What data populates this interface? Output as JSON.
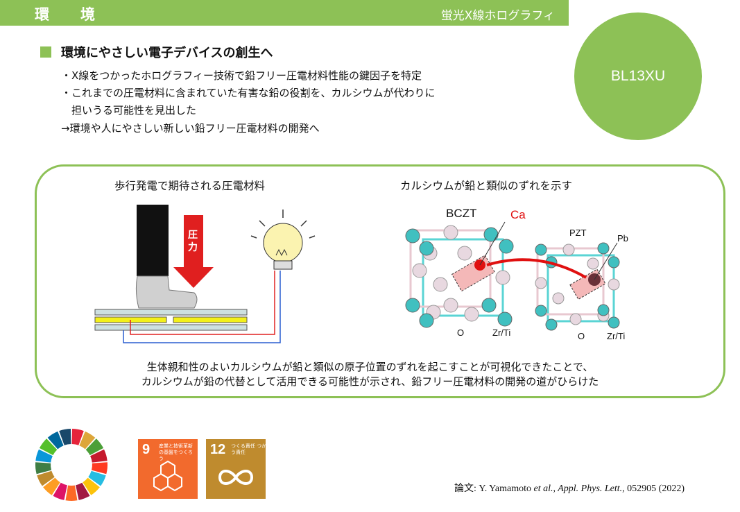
{
  "header": {
    "category": "環　境",
    "technique": "蛍光X線ホログラフィ",
    "beamline": "BL13XU"
  },
  "title": "環境にやさしい電子デバイスの創生へ",
  "bullets": [
    "・X線をつかったホログラフィー技術で鉛フリー圧電材料性能の鍵因子を特定",
    "・これまでの圧電材料に含まれていた有害な鉛の役割を、カルシウムが代わりに",
    "　担いうる可能性を見出した",
    "→環境や人にやさしい新しい鉛フリー圧電材料の開発へ"
  ],
  "figure": {
    "left_caption": "歩行発電で期待される圧電材料",
    "pressure_label": "圧力",
    "right_caption": "カルシウムが鉛と類似のずれを示す",
    "bczt": "BCZT",
    "ca": "Ca",
    "pzt": "PZT",
    "pb": "Pb",
    "o1": "O",
    "zrti1": "Zr/Ti",
    "o2": "O",
    "zrti2": "Zr/Ti",
    "summary": [
      "生体親和性のよいカルシウムが鉛と類似の原子位置のずれを起こすことが可視化できたことで、",
      "カルシウムが鉛の代替として活用できる可能性が示され、鉛フリー圧電材料の開発の道がひらけた"
    ]
  },
  "sdgs": {
    "goal9_num": "9",
    "goal9_text": "産業と技術革新の基盤をつくろう",
    "goal9_color": "#f26a2d",
    "goal12_num": "12",
    "goal12_text": "つくる責任 つかう責任",
    "goal12_color": "#bf8b2e"
  },
  "citation": {
    "prefix": "論文: Y. Yamamoto ",
    "authors_suffix": "et al.",
    "journal": ", Appl. Phys. Lett.",
    "rest": ", 052905 (2022)"
  }
}
